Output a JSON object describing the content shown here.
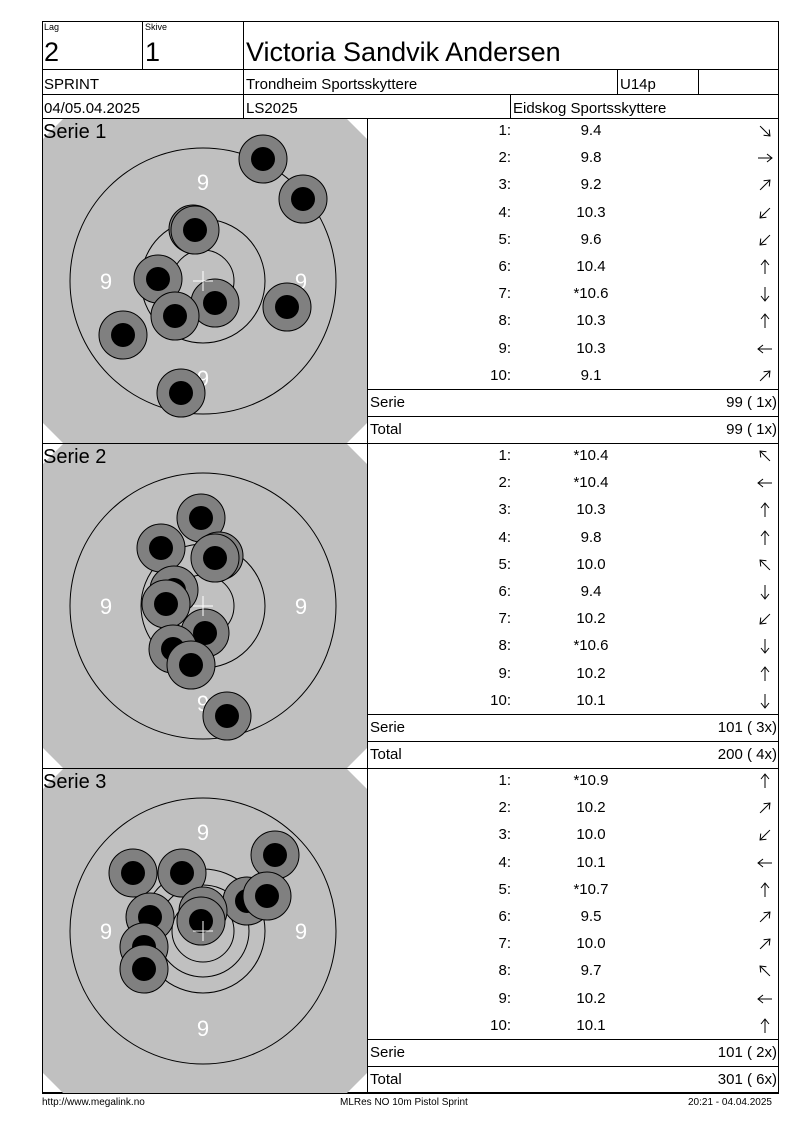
{
  "header": {
    "lag_label": "Lag",
    "lag_value": "2",
    "skive_label": "Skive",
    "skive_value": "1",
    "shooter_name": "Victoria Sandvik Andersen",
    "event": "SPRINT",
    "club": "Trondheim Sportsskyttere",
    "class": "U14p",
    "date": "04/05.04.2025",
    "competition": "LS2025",
    "organizer": "Eidskog Sportsskyttere"
  },
  "ring_label": "9",
  "series": [
    {
      "title": "Serie 1",
      "shots": [
        {
          "no": "1:",
          "value": "9.4",
          "arrow": "down-right"
        },
        {
          "no": "2:",
          "value": "9.8",
          "arrow": "right"
        },
        {
          "no": "3:",
          "value": "9.2",
          "arrow": "up-right"
        },
        {
          "no": "4:",
          "value": "10.3",
          "arrow": "down-left"
        },
        {
          "no": "5:",
          "value": "9.6",
          "arrow": "down-left"
        },
        {
          "no": "6:",
          "value": "10.4",
          "arrow": "up"
        },
        {
          "no": "7:",
          "value": "*10.6",
          "arrow": "down"
        },
        {
          "no": "8:",
          "value": "10.3",
          "arrow": "up"
        },
        {
          "no": "9:",
          "value": "10.3",
          "arrow": "left"
        },
        {
          "no": "10:",
          "value": "9.1",
          "arrow": "up-right"
        }
      ],
      "serie_label": "Serie",
      "serie_value": "99 ( 1x)",
      "total_label": "Total",
      "total_value": "99 ( 1x)"
    },
    {
      "title": "Serie 2",
      "shots": [
        {
          "no": "1:",
          "value": "*10.4",
          "arrow": "up-left"
        },
        {
          "no": "2:",
          "value": "*10.4",
          "arrow": "left"
        },
        {
          "no": "3:",
          "value": "10.3",
          "arrow": "up"
        },
        {
          "no": "4:",
          "value": "9.8",
          "arrow": "up"
        },
        {
          "no": "5:",
          "value": "10.0",
          "arrow": "up-left"
        },
        {
          "no": "6:",
          "value": "9.4",
          "arrow": "down"
        },
        {
          "no": "7:",
          "value": "10.2",
          "arrow": "down-left"
        },
        {
          "no": "8:",
          "value": "*10.6",
          "arrow": "down"
        },
        {
          "no": "9:",
          "value": "10.2",
          "arrow": "up"
        },
        {
          "no": "10:",
          "value": "10.1",
          "arrow": "down"
        }
      ],
      "serie_label": "Serie",
      "serie_value": "101 ( 3x)",
      "total_label": "Total",
      "total_value": "200 ( 4x)"
    },
    {
      "title": "Serie 3",
      "shots": [
        {
          "no": "1:",
          "value": "*10.9",
          "arrow": "up"
        },
        {
          "no": "2:",
          "value": "10.2",
          "arrow": "up-right"
        },
        {
          "no": "3:",
          "value": "10.0",
          "arrow": "down-left"
        },
        {
          "no": "4:",
          "value": "10.1",
          "arrow": "left"
        },
        {
          "no": "5:",
          "value": "*10.7",
          "arrow": "up"
        },
        {
          "no": "6:",
          "value": "9.5",
          "arrow": "up-right"
        },
        {
          "no": "7:",
          "value": "10.0",
          "arrow": "up-right"
        },
        {
          "no": "8:",
          "value": "9.7",
          "arrow": "up-left"
        },
        {
          "no": "9:",
          "value": "10.2",
          "arrow": "left"
        },
        {
          "no": "10:",
          "value": "10.1",
          "arrow": "up"
        }
      ],
      "serie_label": "Serie",
      "serie_value": "101 ( 2x)",
      "total_label": "Total",
      "total_value": "301 ( 6x)"
    }
  ],
  "footer": {
    "left": "http://www.megalink.no",
    "center": "MLRes NO 10m Pistol Sprint",
    "right": "20:21 - 04.04.2025"
  },
  "colors": {
    "target_bg": "#c0c0c0",
    "shot_ring": "#808080",
    "shot_center": "#000000"
  }
}
